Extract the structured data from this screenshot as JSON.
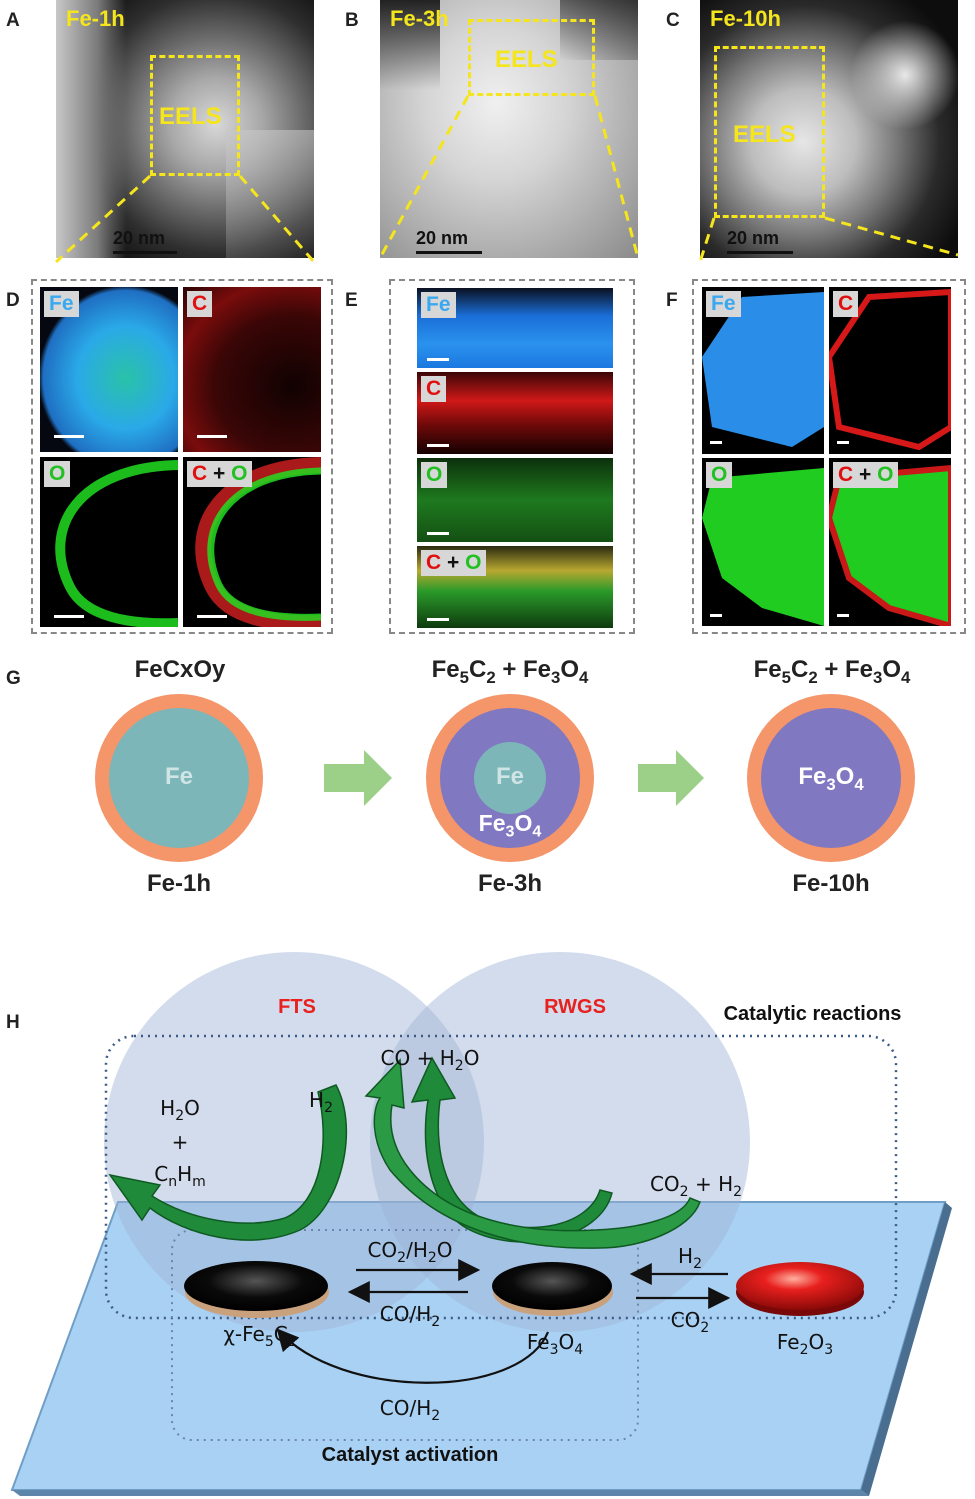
{
  "panel_labels": {
    "a": "A",
    "b": "B",
    "c": "C",
    "d": "D",
    "e": "E",
    "f": "F",
    "g": "G",
    "h": "H"
  },
  "tem": {
    "a": {
      "title": "Fe-1h",
      "eels": "EELS",
      "scale": "20 nm"
    },
    "b": {
      "title": "Fe-3h",
      "eels": "EELS",
      "scale": "20 nm"
    },
    "c": {
      "title": "Fe-10h",
      "eels": "EELS",
      "scale": "20 nm"
    }
  },
  "maps": {
    "fe": "Fe",
    "c": "C",
    "o": "O",
    "plus": "+"
  },
  "schematic": {
    "header1": "FeCxOy",
    "header2": "Fe5C2 + Fe3O4",
    "header3": "Fe5C2 + Fe3O4",
    "core1": "Fe",
    "core2": "Fe",
    "shell2": "Fe3O4",
    "core3": "Fe3O4",
    "sample1": "Fe-1h",
    "sample2": "Fe-3h",
    "sample3": "Fe-10h"
  },
  "reaction": {
    "fts": "FTS",
    "rwgs": "RWGS",
    "catalytic_reactions": "Catalytic reactions",
    "catalyst_activation": "Catalyst activation",
    "co_h2o": "CO + H2O",
    "h2": "H2",
    "h2o": "H2O",
    "plus": "+",
    "cnhm": "CnHm",
    "co2_h2": "CO2 + H2",
    "co2_h2o": "CO2/H2O",
    "co_h2_top": "CO/H2",
    "co_h2_bottom": "CO/H2",
    "h2_right": "H2",
    "co2_right": "CO2",
    "chi_fe5c2": "χ-Fe5C2",
    "fe3o4": "Fe3O4",
    "fe2o3": "Fe2O3"
  },
  "colors": {
    "yellow": "#f5e51c",
    "fe_blue": "#3aa8f0",
    "c_red": "#e01010",
    "o_green": "#22e022",
    "shell_orange": "#f4956a",
    "core_teal": "#7cb6b8",
    "fe3o4_purple": "#8078c0",
    "arrow_green": "#9ccf88",
    "plate_blue": "#a9d1f3",
    "fts_red": "#e8201e",
    "reaction_arrow": "#1f8a3a"
  }
}
